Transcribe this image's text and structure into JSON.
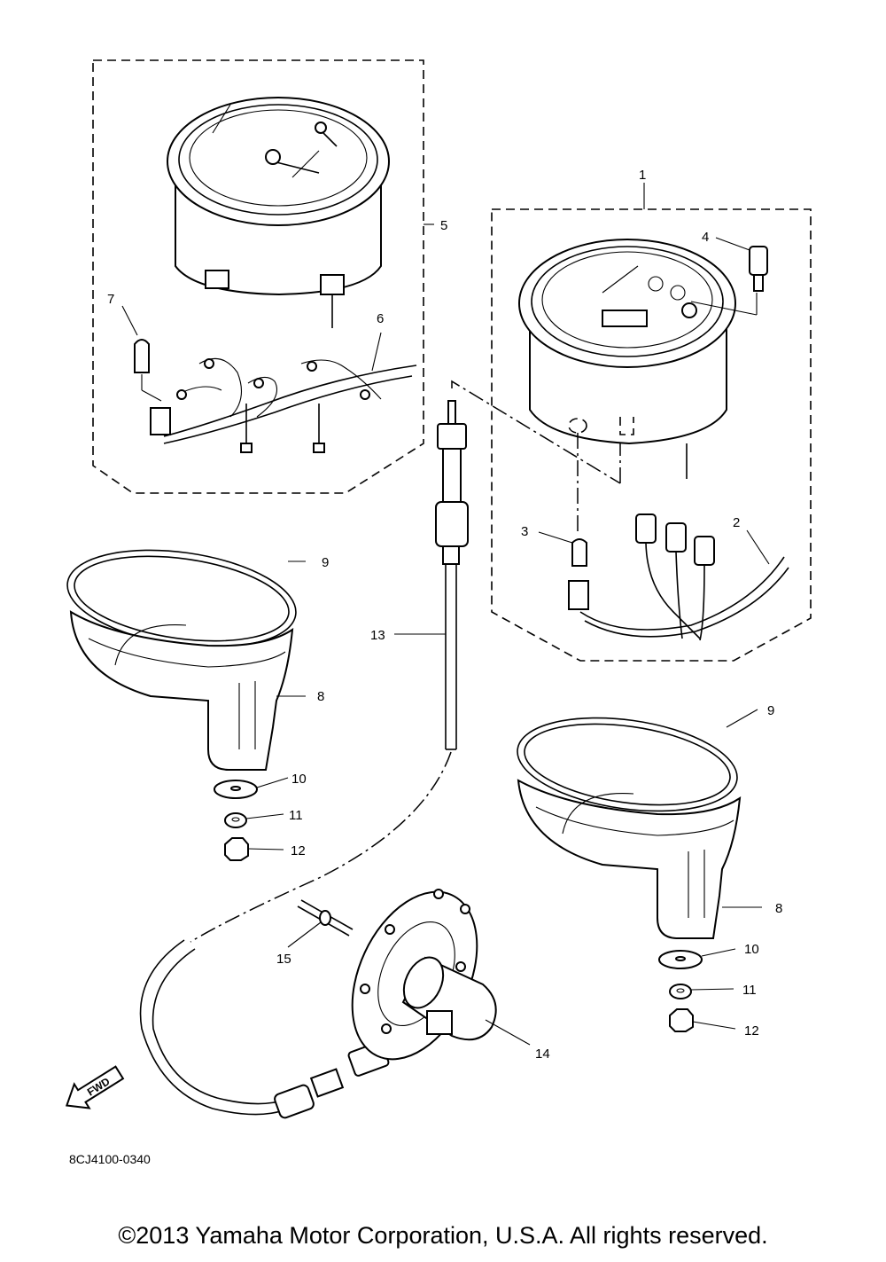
{
  "callouts": {
    "c1": "1",
    "c2": "2",
    "c3": "3",
    "c4": "4",
    "c5": "5",
    "c6": "6",
    "c7": "7",
    "c8a": "8",
    "c8b": "8",
    "c9a": "9",
    "c9b": "9",
    "c10a": "10",
    "c10b": "10",
    "c11a": "11",
    "c11b": "11",
    "c12a": "12",
    "c12b": "12",
    "c13": "13",
    "c14": "14",
    "c15": "15"
  },
  "fwd_label": "FWD",
  "diagram_code": "8CJ4100-0340",
  "copyright": "©2013 Yamaha Motor Corporation, U.S.A. All rights reserved."
}
